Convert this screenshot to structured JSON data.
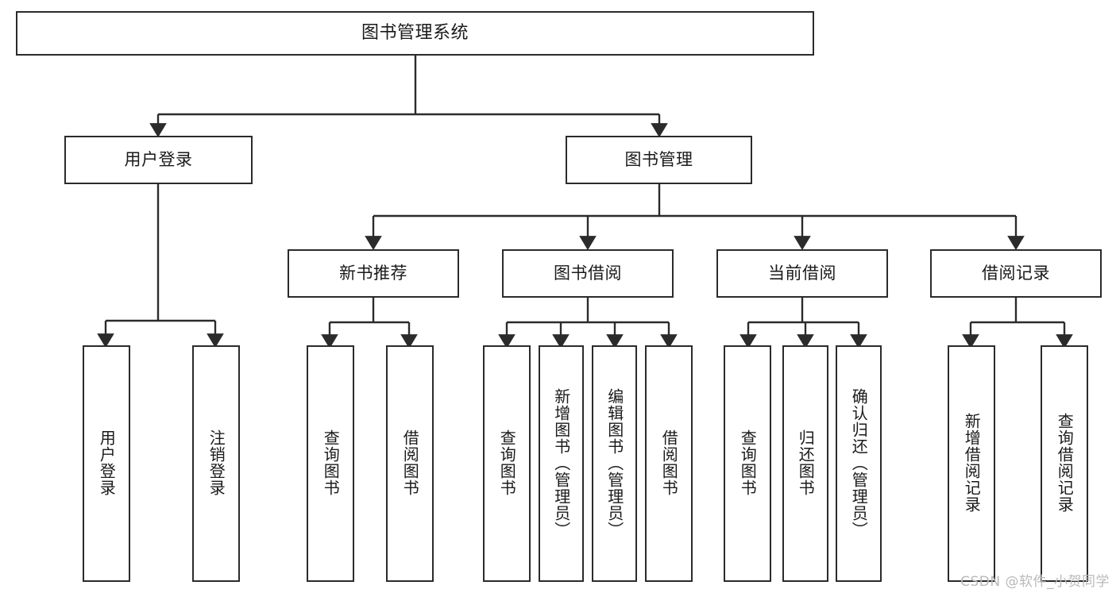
{
  "diagram": {
    "title": "图书管理系统",
    "watermark": "CSDN @软件_小贺同学",
    "colors": {
      "box_border": "#2b2b2b",
      "box_fill": "#ffffff",
      "connector": "#2b2b2b",
      "text": "#1a1a1a",
      "watermark": "#b9b9b9"
    },
    "nodes": {
      "root": {
        "label": "图书管理系统"
      },
      "level2": [
        {
          "id": "user-login",
          "label": "用户登录"
        },
        {
          "id": "book-manage",
          "label": "图书管理"
        }
      ],
      "level3": [
        {
          "id": "new-book-recommend",
          "label": "新书推荐"
        },
        {
          "id": "book-borrow",
          "label": "图书借阅"
        },
        {
          "id": "current-borrow",
          "label": "当前借阅"
        },
        {
          "id": "borrow-record",
          "label": "借阅记录"
        }
      ],
      "leaves": {
        "user_login": [
          {
            "id": "leaf-user-login",
            "label": "用户登录"
          },
          {
            "id": "leaf-logout-login",
            "label": "注销登录"
          }
        ],
        "new_book_recommend": [
          {
            "id": "leaf-query-book-1",
            "label": "查询图书"
          },
          {
            "id": "leaf-borrow-book-1",
            "label": "借阅图书"
          }
        ],
        "book_borrow": [
          {
            "id": "leaf-query-book-2",
            "label": "查询图书"
          },
          {
            "id": "leaf-add-book",
            "label": "新增图书（管理员）"
          },
          {
            "id": "leaf-edit-book",
            "label": "编辑图书（管理员）"
          },
          {
            "id": "leaf-borrow-book-2",
            "label": "借阅图书"
          }
        ],
        "current_borrow": [
          {
            "id": "leaf-query-book-3",
            "label": "查询图书"
          },
          {
            "id": "leaf-return-book",
            "label": "归还图书"
          },
          {
            "id": "leaf-confirm-return",
            "label": "确认归还（管理员）"
          }
        ],
        "borrow_record": [
          {
            "id": "leaf-add-borrow-record",
            "label": "新增借阅记录"
          },
          {
            "id": "leaf-query-borrow-record",
            "label": "查询借阅记录"
          }
        ]
      }
    }
  }
}
